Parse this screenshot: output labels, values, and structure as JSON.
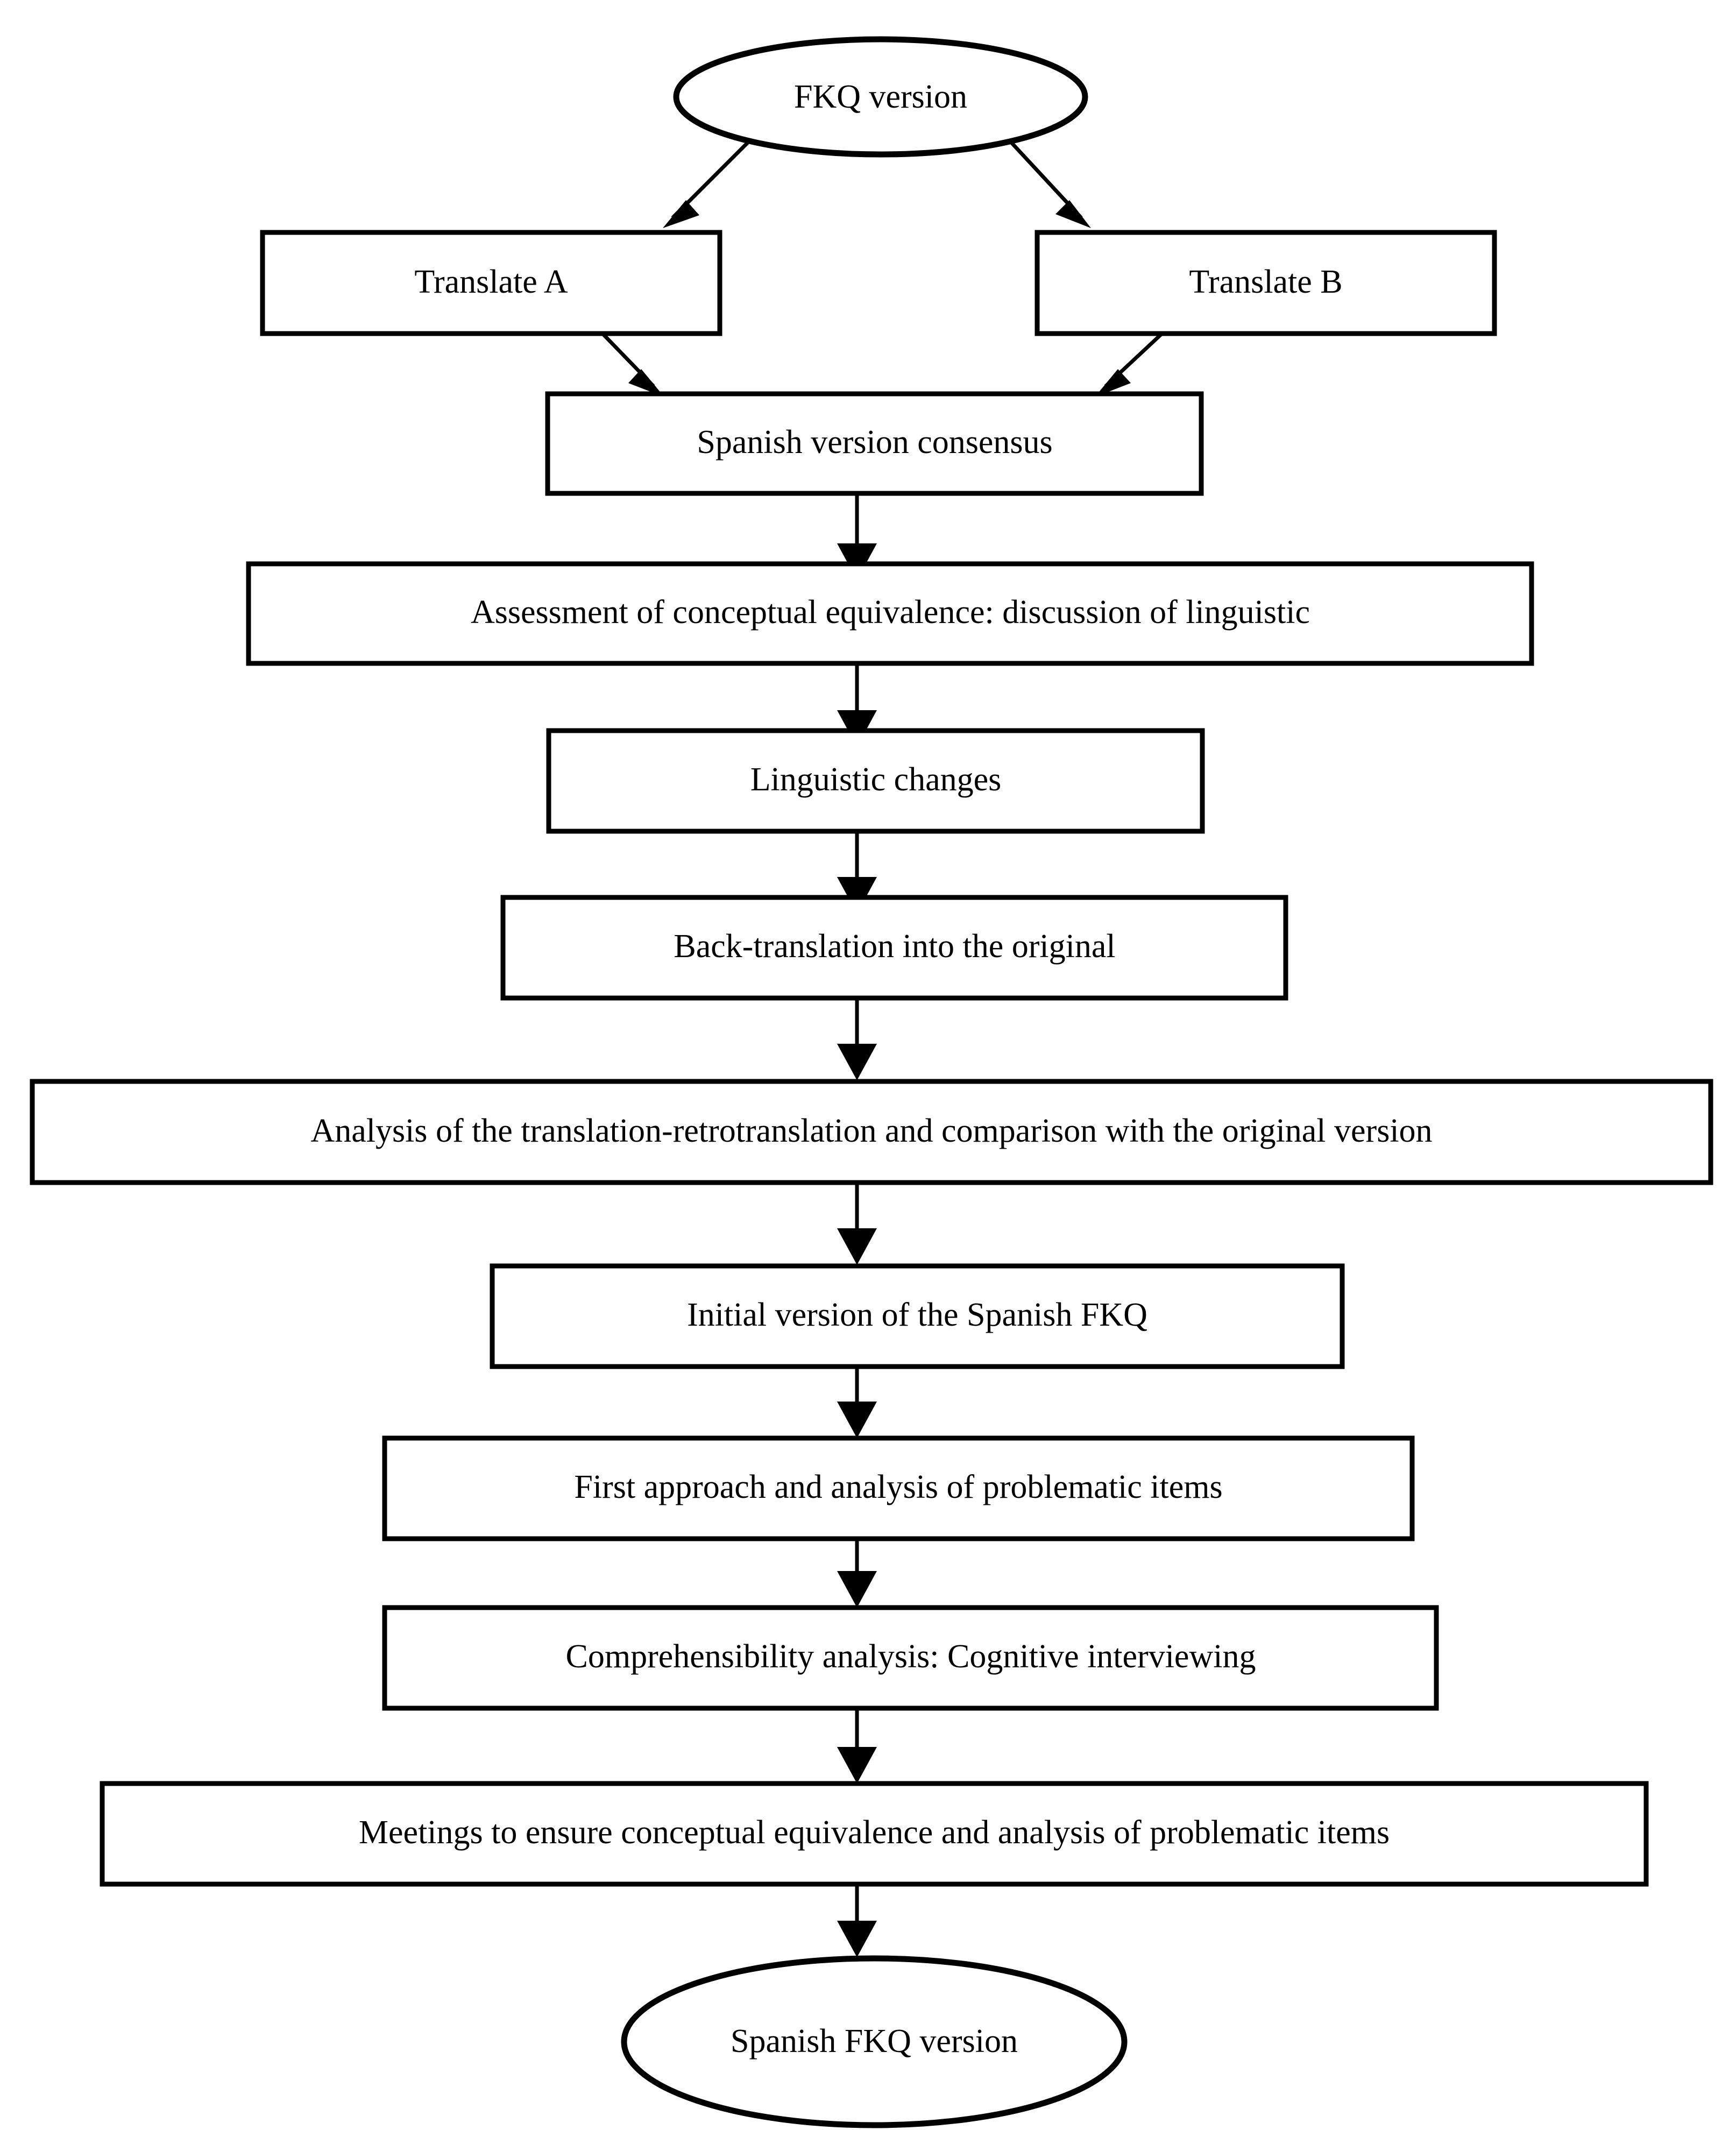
{
  "diagram": {
    "title": "FKQ Spanish translation and cultural adaptation process",
    "type": "flowchart",
    "orientation": "top-to-bottom",
    "background_color": "#ffffff",
    "line_color": "#000000",
    "text_color": "#000000",
    "nodes": [
      {
        "id": "n1",
        "shape": "ellipse",
        "label": "FKQ version"
      },
      {
        "id": "n2",
        "shape": "rectangle",
        "label": "Translate A"
      },
      {
        "id": "n3",
        "shape": "rectangle",
        "label": "Translate B"
      },
      {
        "id": "n4",
        "shape": "rectangle",
        "label": "Spanish version consensus"
      },
      {
        "id": "n5",
        "shape": "rectangle",
        "label": "Assessment of conceptual equivalence: discussion of linguistic"
      },
      {
        "id": "n6",
        "shape": "rectangle",
        "label": "Linguistic changes"
      },
      {
        "id": "n7",
        "shape": "rectangle",
        "label": "Back-translation into the original"
      },
      {
        "id": "n8",
        "shape": "rectangle",
        "label": "Analysis of the translation-retrotranslation and comparison with the original version"
      },
      {
        "id": "n9",
        "shape": "rectangle",
        "label": "Initial version of the Spanish FKQ"
      },
      {
        "id": "n10",
        "shape": "rectangle",
        "label": "First approach and analysis of problematic items"
      },
      {
        "id": "n11",
        "shape": "rectangle",
        "label": "Comprehensibility analysis: Cognitive interviewing"
      },
      {
        "id": "n12",
        "shape": "rectangle",
        "label": "Meetings to ensure conceptual equivalence and analysis of problematic items"
      },
      {
        "id": "n13",
        "shape": "ellipse",
        "label": "Spanish FKQ version"
      }
    ],
    "edges": [
      {
        "from": "n1",
        "to": "n2",
        "style": "arrow-diagonal-left"
      },
      {
        "from": "n1",
        "to": "n3",
        "style": "arrow-diagonal-right"
      },
      {
        "from": "n2",
        "to": "n4",
        "style": "arrow-diagonal-right"
      },
      {
        "from": "n3",
        "to": "n4",
        "style": "arrow-diagonal-left"
      },
      {
        "from": "n4",
        "to": "n5",
        "style": "arrow-vertical"
      },
      {
        "from": "n5",
        "to": "n6",
        "style": "arrow-vertical"
      },
      {
        "from": "n6",
        "to": "n7",
        "style": "arrow-vertical"
      },
      {
        "from": "n7",
        "to": "n8",
        "style": "arrow-vertical"
      },
      {
        "from": "n8",
        "to": "n9",
        "style": "arrow-vertical"
      },
      {
        "from": "n9",
        "to": "n10",
        "style": "arrow-vertical"
      },
      {
        "from": "n10",
        "to": "n11",
        "style": "arrow-vertical"
      },
      {
        "from": "n11",
        "to": "n12",
        "style": "arrow-vertical"
      },
      {
        "from": "n12",
        "to": "n13",
        "style": "arrow-vertical"
      }
    ]
  }
}
